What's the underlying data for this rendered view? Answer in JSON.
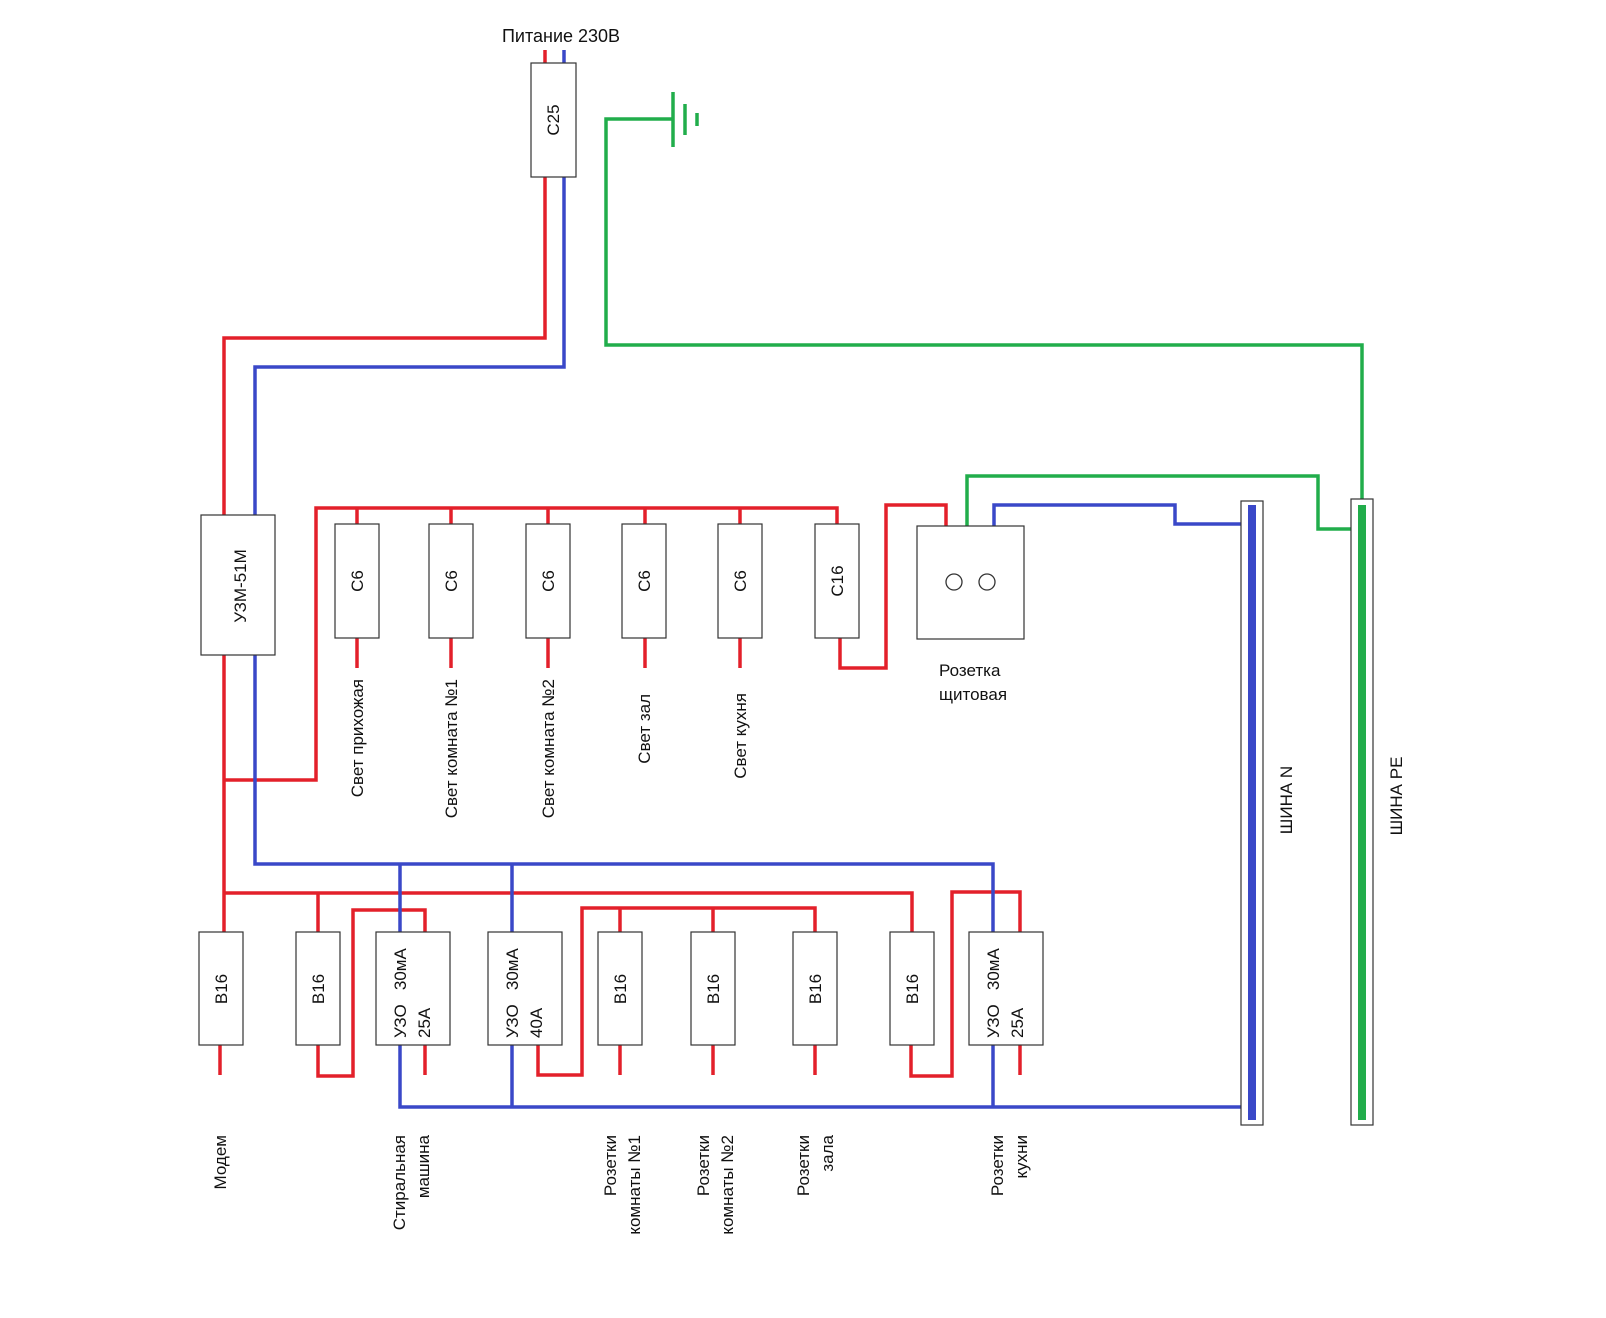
{
  "title": "Питание 230В",
  "colors": {
    "phase": "#e3202a",
    "neutral": "#3a48c8",
    "earth": "#21ad4b"
  },
  "main_breaker": "С25",
  "voltage_relay": "УЗМ-51М",
  "top_row": {
    "breakers": [
      {
        "label": "С6",
        "load": "Свет прихожая"
      },
      {
        "label": "С6",
        "load": "Свет комната №1"
      },
      {
        "label": "С6",
        "load": "Свет комната №2"
      },
      {
        "label": "С6",
        "load": "Свет зал"
      },
      {
        "label": "С6",
        "load": "Свет кухня"
      },
      {
        "label": "С16",
        "load": ""
      }
    ],
    "socket_label_1": "Розетка",
    "socket_label_2": "щитовая"
  },
  "bottom_row": {
    "devices": [
      {
        "line1": "В16",
        "line2": ""
      },
      {
        "line1": "В16",
        "line2": ""
      },
      {
        "line1": "УЗО   30мА",
        "line2": "25А"
      },
      {
        "line1": "УЗО   30мА",
        "line2": "40А"
      },
      {
        "line1": "В16",
        "line2": ""
      },
      {
        "line1": "В16",
        "line2": ""
      },
      {
        "line1": "В16",
        "line2": ""
      },
      {
        "line1": "В16",
        "line2": ""
      },
      {
        "line1": "УЗО   30мА",
        "line2": "25А"
      }
    ],
    "loads": [
      {
        "line1": "Модем",
        "line2": ""
      },
      {
        "line1": "Стиральная",
        "line2": "машина"
      },
      {
        "line1": "Розетки",
        "line2": "комнаты №1"
      },
      {
        "line1": "Розетки",
        "line2": "комнаты №2"
      },
      {
        "line1": "Розетки",
        "line2": "зала"
      },
      {
        "line1": "Розетки",
        "line2": "кухни"
      }
    ]
  },
  "bus_n": "ШИНА N",
  "bus_pe": "ШИНА PE"
}
